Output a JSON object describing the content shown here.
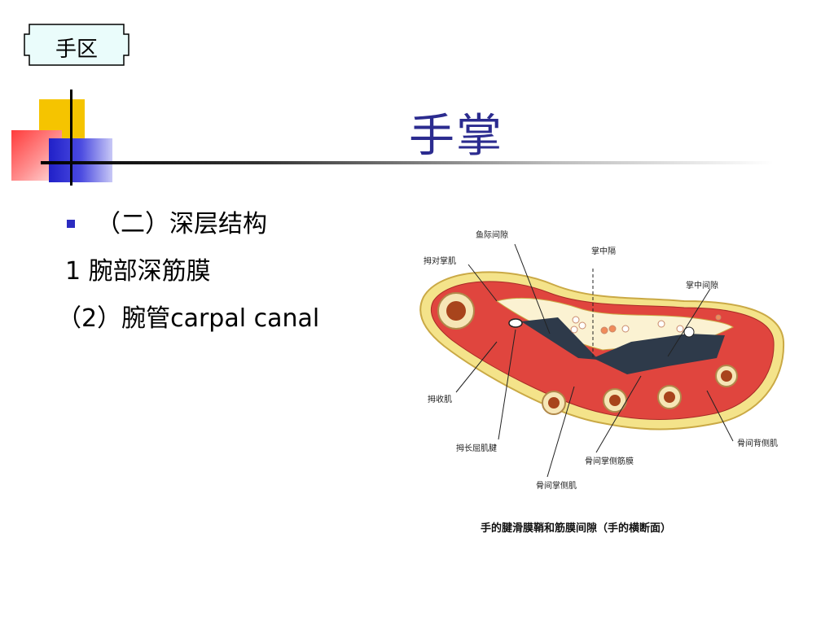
{
  "tag": {
    "text": "手区"
  },
  "title": "手掌",
  "content": {
    "bullet_text": "（二）深层结构",
    "line2": "1 腕部深筋膜",
    "line3": "（2）腕管carpal canal"
  },
  "figure": {
    "labels": {
      "yujijianxi": "鱼际间隙",
      "muduizhangji": "拇对掌肌",
      "zhangzhongge": "掌中隔",
      "zhangzhongjianxi": "掌中间隙",
      "mushouji": "拇收肌",
      "muchangqujijian": "拇长屈肌腱",
      "gujianzhangcejinmo": "骨间掌侧筋膜",
      "gujianbeiceji": "骨间背侧肌",
      "gujianzhangceji": "骨间掌侧肌"
    },
    "caption": "手的腱滑膜鞘和筋膜间隙（手的横断面）"
  },
  "colors": {
    "title": "#2b2b8f",
    "muscle": "#e0453e",
    "fat": "#f4e38a",
    "space": "#2e3a4a",
    "bullet": "#2b2bc0"
  }
}
